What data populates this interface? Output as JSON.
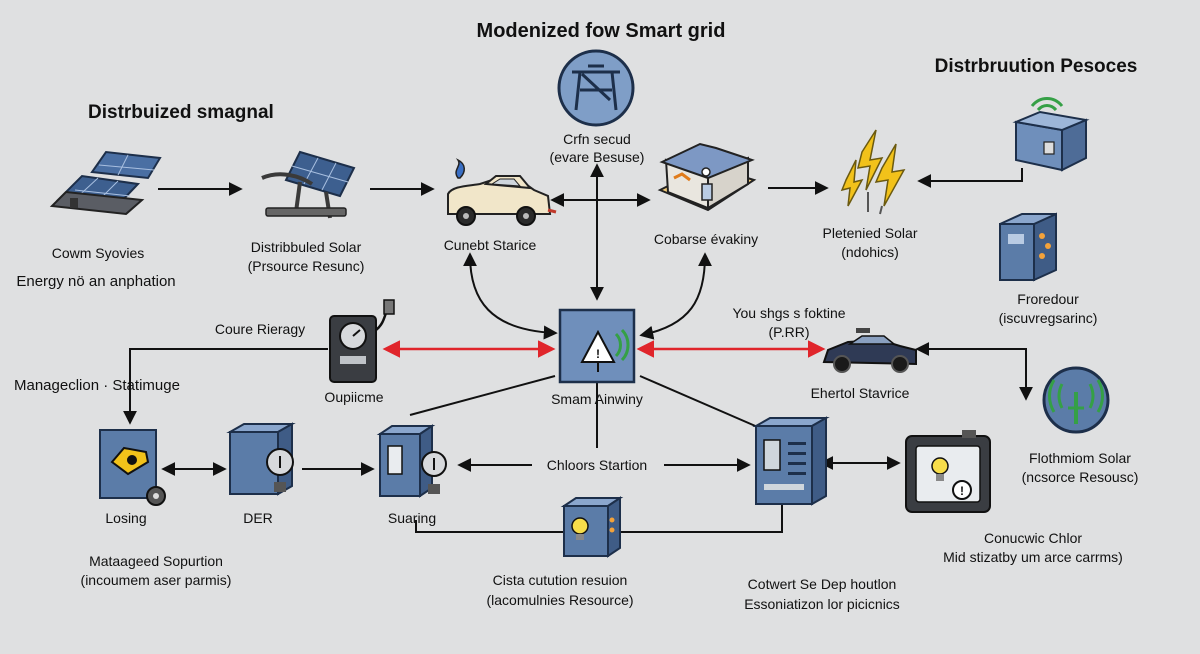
{
  "title": "Modenized fow Smart grid",
  "headings": {
    "left": "Distrbuized smagnal",
    "right": "Distrbruution  Pesoces"
  },
  "labels": {
    "cown_syovies": "Cowm Syovies",
    "energy": "Energy nö an anphation",
    "distributed_solar_1": "Distribbuled Solar",
    "distributed_solar_2": "(Prsource Resunc)",
    "crfn_1": "Crfn secud",
    "crfn_2": "(evare Besuse)",
    "cunebt": "Cunebt Starice",
    "cobarse": "Cobarse évakiny",
    "pletenied_1": "Pletenied Solar",
    "pletenied_2": "(ndohics)",
    "froredour_1": "Froredour",
    "froredour_2": "(iscuvregsarinc)",
    "coure": "Coure Rieragy",
    "oupliche": "Oupiicme",
    "management": "Manageclion · Statimuge",
    "smart": "Smam Ainwiny",
    "you_1": "You shgs s foktine",
    "you_2": "(P.RR)",
    "ehertol": "Ehertol Stavrice",
    "flothmiom_1": "Flothmiom Solar",
    "flothmiom_2": "(ncsorce Resousc)",
    "losing": "Losing",
    "der": "DER",
    "suaring": "Suaring",
    "chloors": "Chloors Startion",
    "conucwic_1": "Conucwic Chlor",
    "conucwic_2": "Mid stizatby um arce carrms)",
    "metaged_1": "Mataageed Sopurtion",
    "metaged_2": "(incoumem aser parmis)",
    "cista_1": "Cista cutution resuion",
    "cista_2": "(lacomulnies Resource)",
    "cotwert_1": "Cotwert Se Dep houtlon",
    "cotwert_2": "Essoniatizon lor picicnics"
  },
  "icon_names": [
    "solar-panel-pair-icon",
    "solar-panel-stand-icon",
    "electric-car-icon",
    "tower-frame-icon",
    "house-icon",
    "lightning-bolt-icon",
    "wifi-cabinet-icon",
    "control-cabinet-icon",
    "meter-plug-icon",
    "smart-hub-warning-icon",
    "sports-car-icon",
    "signal-circle-icon",
    "losing-box-icon",
    "der-cabinet-icon",
    "suaring-cabinet-icon",
    "lightbulb-box-icon",
    "server-rack-icon",
    "bulb-warning-device-icon"
  ],
  "colors": {
    "background": "#dfe0e1",
    "box_blue": "#5b7ca8",
    "box_blue_light": "#7f9ec7",
    "box_blue_dark": "#344f75",
    "red_link": "#e0252b",
    "bolt_yellow": "#f2c21a",
    "signal_green": "#35a046"
  }
}
